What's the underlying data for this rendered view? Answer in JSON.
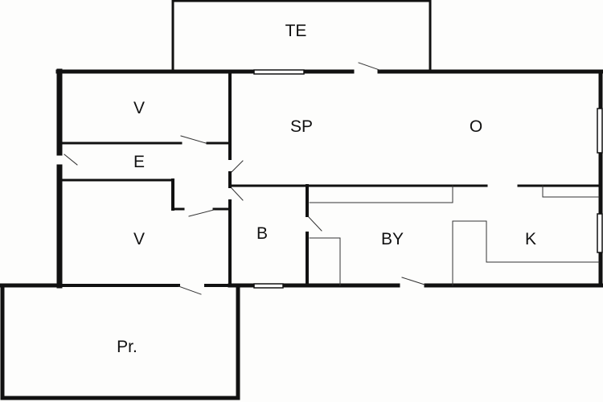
{
  "rooms": {
    "te": "TE",
    "v_top": "V",
    "e": "E",
    "v_bottom": "V",
    "sp": "SP",
    "o": "O",
    "b": "B",
    "by": "BY",
    "k": "K",
    "pr": "Pr."
  },
  "colors": {
    "wall": "#111111",
    "background": "#fdfdfc"
  }
}
